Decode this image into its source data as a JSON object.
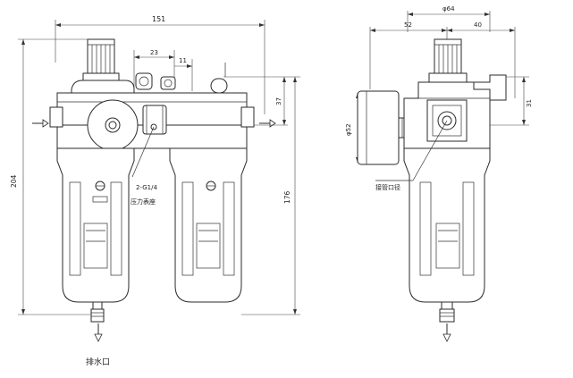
{
  "dimensions": {
    "front_width": "151",
    "spacing_23": "23",
    "spacing_11": "11",
    "height_37": "37",
    "total_height_204": "204",
    "bowl_height_176": "176",
    "side_width_64": "φ64",
    "side_left_52": "52",
    "side_right_40": "40",
    "gauge_dia_52": "φ52",
    "side_height_31": "31"
  },
  "labels": {
    "port_thread": "2-G1/4",
    "gauge_port": "压力表座",
    "pipe_port": "接管口径",
    "drain": "排水口"
  }
}
